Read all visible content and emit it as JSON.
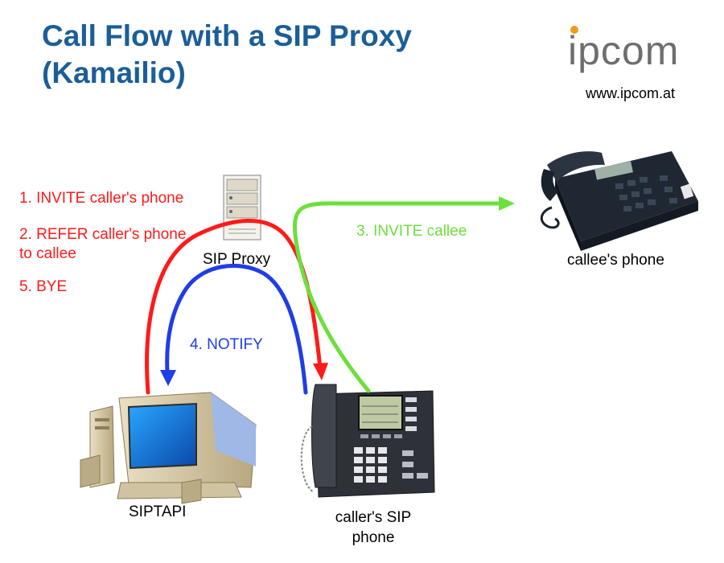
{
  "title": {
    "line1": "Call Flow with a SIP Proxy",
    "line2": " (Kamailio)"
  },
  "logo": {
    "brand_text": "ipcom",
    "url": "www.ipcom.at"
  },
  "nodes": {
    "proxy": "SIP Proxy",
    "callee": "callee's phone",
    "siptapi": "SIPTAPI",
    "caller_line1": "caller's SIP",
    "caller_line2": "phone"
  },
  "messages": {
    "invite_caller": "1. INVITE caller's phone",
    "refer_line1": "2. REFER caller's phone",
    "refer_line2": "to callee",
    "bye": "5. BYE",
    "invite_callee": "3. INVITE callee",
    "notify": "4. NOTIFY"
  },
  "colors": {
    "title": "#1b5e98",
    "red_flow": "#ff1a1a",
    "green_flow": "#6ddf3c",
    "blue_flow": "#1f3de8"
  }
}
